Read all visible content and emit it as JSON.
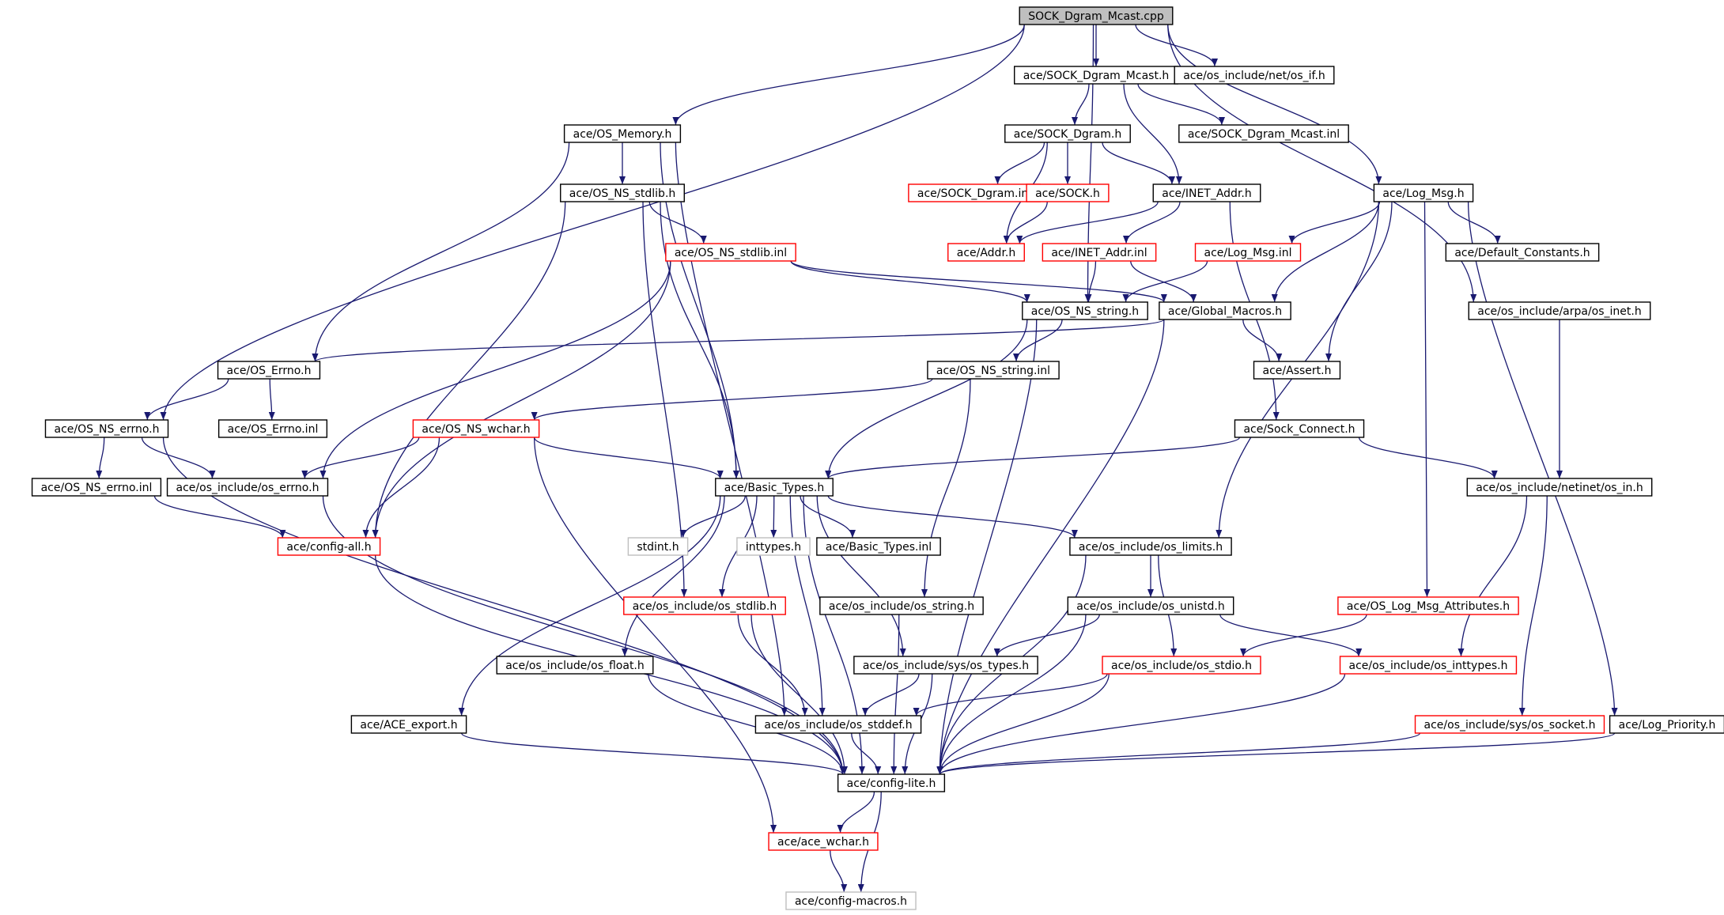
{
  "graph": {
    "colors": {
      "root_fill": "#bfbfbf",
      "normal_border": "#000000",
      "red_border": "#ff0000",
      "gray_border": "#bfbfbf",
      "edge": "#191970",
      "background": "#ffffff"
    },
    "nodes": [
      {
        "id": "sock-dgram-mcast-cpp",
        "label": "SOCK_Dgram_Mcast.cpp",
        "kind": "root"
      },
      {
        "id": "sock-dgram-mcast-h",
        "label": "ace/SOCK_Dgram_Mcast.h",
        "kind": "normal"
      },
      {
        "id": "os-if-h",
        "label": "ace/os_include/net/os_if.h",
        "kind": "normal"
      },
      {
        "id": "os-memory-h",
        "label": "ace/OS_Memory.h",
        "kind": "normal"
      },
      {
        "id": "sock-dgram-h",
        "label": "ace/SOCK_Dgram.h",
        "kind": "normal"
      },
      {
        "id": "sock-dgram-mcast-inl",
        "label": "ace/SOCK_Dgram_Mcast.inl",
        "kind": "normal"
      },
      {
        "id": "os-ns-stdlib-h",
        "label": "ace/OS_NS_stdlib.h",
        "kind": "normal"
      },
      {
        "id": "sock-dgram-inl",
        "label": "ace/SOCK_Dgram.inl",
        "kind": "red"
      },
      {
        "id": "sock-h",
        "label": "ace/SOCK.h",
        "kind": "red"
      },
      {
        "id": "inet-addr-h",
        "label": "ace/INET_Addr.h",
        "kind": "normal"
      },
      {
        "id": "log-msg-h",
        "label": "ace/Log_Msg.h",
        "kind": "normal"
      },
      {
        "id": "os-ns-stdlib-inl",
        "label": "ace/OS_NS_stdlib.inl",
        "kind": "red"
      },
      {
        "id": "addr-h",
        "label": "ace/Addr.h",
        "kind": "red"
      },
      {
        "id": "inet-addr-inl",
        "label": "ace/INET_Addr.inl",
        "kind": "red"
      },
      {
        "id": "log-msg-inl",
        "label": "ace/Log_Msg.inl",
        "kind": "red"
      },
      {
        "id": "default-constants-h",
        "label": "ace/Default_Constants.h",
        "kind": "normal"
      },
      {
        "id": "os-ns-string-h",
        "label": "ace/OS_NS_string.h",
        "kind": "normal"
      },
      {
        "id": "global-macros-h",
        "label": "ace/Global_Macros.h",
        "kind": "normal"
      },
      {
        "id": "os-inet-h",
        "label": "ace/os_include/arpa/os_inet.h",
        "kind": "normal"
      },
      {
        "id": "os-errno-h-ace",
        "label": "ace/OS_Errno.h",
        "kind": "normal"
      },
      {
        "id": "os-ns-string-inl",
        "label": "ace/OS_NS_string.inl",
        "kind": "normal"
      },
      {
        "id": "assert-h",
        "label": "ace/Assert.h",
        "kind": "normal"
      },
      {
        "id": "os-ns-errno-h",
        "label": "ace/OS_NS_errno.h",
        "kind": "normal"
      },
      {
        "id": "os-errno-inl",
        "label": "ace/OS_Errno.inl",
        "kind": "normal"
      },
      {
        "id": "os-ns-wchar-h",
        "label": "ace/OS_NS_wchar.h",
        "kind": "red"
      },
      {
        "id": "sock-connect-h",
        "label": "ace/Sock_Connect.h",
        "kind": "normal"
      },
      {
        "id": "os-ns-errno-inl",
        "label": "ace/OS_NS_errno.inl",
        "kind": "normal"
      },
      {
        "id": "os-include-os-errno-h",
        "label": "ace/os_include/os_errno.h",
        "kind": "normal"
      },
      {
        "id": "basic-types-h",
        "label": "ace/Basic_Types.h",
        "kind": "normal"
      },
      {
        "id": "os-in-h",
        "label": "ace/os_include/netinet/os_in.h",
        "kind": "normal"
      },
      {
        "id": "config-all-h",
        "label": "ace/config-all.h",
        "kind": "red"
      },
      {
        "id": "stdint-h",
        "label": "stdint.h",
        "kind": "gray"
      },
      {
        "id": "inttypes-h",
        "label": "inttypes.h",
        "kind": "gray"
      },
      {
        "id": "basic-types-inl",
        "label": "ace/Basic_Types.inl",
        "kind": "normal"
      },
      {
        "id": "os-limits-h",
        "label": "ace/os_include/os_limits.h",
        "kind": "normal"
      },
      {
        "id": "os-stdlib-h",
        "label": "ace/os_include/os_stdlib.h",
        "kind": "red"
      },
      {
        "id": "os-string-h",
        "label": "ace/os_include/os_string.h",
        "kind": "normal"
      },
      {
        "id": "os-unistd-h",
        "label": "ace/os_include/os_unistd.h",
        "kind": "normal"
      },
      {
        "id": "os-log-msg-attributes-h",
        "label": "ace/OS_Log_Msg_Attributes.h",
        "kind": "red"
      },
      {
        "id": "os-float-h",
        "label": "ace/os_include/os_float.h",
        "kind": "normal"
      },
      {
        "id": "os-types-h",
        "label": "ace/os_include/sys/os_types.h",
        "kind": "normal"
      },
      {
        "id": "os-stdio-h",
        "label": "ace/os_include/os_stdio.h",
        "kind": "red"
      },
      {
        "id": "os-inttypes-h",
        "label": "ace/os_include/os_inttypes.h",
        "kind": "red"
      },
      {
        "id": "ace-export-h",
        "label": "ace/ACE_export.h",
        "kind": "normal"
      },
      {
        "id": "os-stddef-h",
        "label": "ace/os_include/os_stddef.h",
        "kind": "normal"
      },
      {
        "id": "os-socket-h",
        "label": "ace/os_include/sys/os_socket.h",
        "kind": "red"
      },
      {
        "id": "log-priority-h",
        "label": "ace/Log_Priority.h",
        "kind": "normal"
      },
      {
        "id": "config-lite-h",
        "label": "ace/config-lite.h",
        "kind": "normal"
      },
      {
        "id": "ace-wchar-h",
        "label": "ace/ace_wchar.h",
        "kind": "red"
      },
      {
        "id": "config-macros-h",
        "label": "ace/config-macros.h",
        "kind": "gray"
      }
    ],
    "edges": [
      [
        "sock-dgram-mcast-cpp",
        "sock-dgram-mcast-h"
      ],
      [
        "sock-dgram-mcast-cpp",
        "os-if-h"
      ],
      [
        "sock-dgram-mcast-cpp",
        "os-memory-h"
      ],
      [
        "sock-dgram-mcast-cpp",
        "log-msg-h"
      ],
      [
        "sock-dgram-mcast-cpp",
        "os-inet-h"
      ],
      [
        "sock-dgram-mcast-cpp",
        "os-ns-errno-h"
      ],
      [
        "sock-dgram-mcast-cpp",
        "os-ns-string-h"
      ],
      [
        "sock-dgram-mcast-h",
        "sock-dgram-h"
      ],
      [
        "sock-dgram-mcast-h",
        "sock-dgram-mcast-inl"
      ],
      [
        "sock-dgram-mcast-h",
        "inet-addr-h"
      ],
      [
        "sock-dgram-h",
        "sock-dgram-inl"
      ],
      [
        "sock-dgram-h",
        "sock-h"
      ],
      [
        "sock-dgram-h",
        "inet-addr-h"
      ],
      [
        "sock-dgram-h",
        "addr-h"
      ],
      [
        "sock-h",
        "addr-h"
      ],
      [
        "inet-addr-h",
        "addr-h"
      ],
      [
        "inet-addr-h",
        "inet-addr-inl"
      ],
      [
        "inet-addr-h",
        "sock-connect-h"
      ],
      [
        "inet-addr-inl",
        "os-ns-string-h"
      ],
      [
        "inet-addr-inl",
        "global-macros-h"
      ],
      [
        "os-memory-h",
        "os-ns-stdlib-h"
      ],
      [
        "os-memory-h",
        "os-errno-h-ace"
      ],
      [
        "os-memory-h",
        "basic-types-h"
      ],
      [
        "os-memory-h",
        "os-stddef-h"
      ],
      [
        "os-ns-stdlib-h",
        "os-ns-stdlib-inl"
      ],
      [
        "os-ns-stdlib-h",
        "config-all-h"
      ],
      [
        "os-ns-stdlib-h",
        "basic-types-h"
      ],
      [
        "os-ns-stdlib-h",
        "os-stdlib-h"
      ],
      [
        "os-ns-stdlib-inl",
        "os-ns-string-h"
      ],
      [
        "os-ns-stdlib-inl",
        "global-macros-h"
      ],
      [
        "os-ns-stdlib-inl",
        "os-include-os-errno-h"
      ],
      [
        "os-ns-stdlib-inl",
        "config-all-h"
      ],
      [
        "log-msg-h",
        "log-msg-inl"
      ],
      [
        "log-msg-h",
        "default-constants-h"
      ],
      [
        "log-msg-h",
        "global-macros-h"
      ],
      [
        "log-msg-h",
        "assert-h"
      ],
      [
        "log-msg-h",
        "os-log-msg-attributes-h"
      ],
      [
        "log-msg-h",
        "os-limits-h"
      ],
      [
        "log-msg-h",
        "log-priority-h"
      ],
      [
        "log-msg-inl",
        "os-ns-string-h"
      ],
      [
        "global-macros-h",
        "assert-h"
      ],
      [
        "global-macros-h",
        "os-errno-h-ace"
      ],
      [
        "global-macros-h",
        "config-lite-h"
      ],
      [
        "os-ns-string-h",
        "os-ns-string-inl"
      ],
      [
        "os-ns-string-h",
        "basic-types-h"
      ],
      [
        "os-ns-string-h",
        "config-lite-h"
      ],
      [
        "os-ns-string-inl",
        "os-ns-wchar-h"
      ],
      [
        "os-ns-string-inl",
        "os-string-h"
      ],
      [
        "os-inet-h",
        "os-in-h"
      ],
      [
        "os-errno-h-ace",
        "os-errno-inl"
      ],
      [
        "os-errno-h-ace",
        "os-ns-errno-h"
      ],
      [
        "os-ns-errno-h",
        "os-ns-errno-inl"
      ],
      [
        "os-ns-errno-h",
        "os-include-os-errno-h"
      ],
      [
        "os-ns-errno-h",
        "config-lite-h"
      ],
      [
        "os-ns-errno-inl",
        "config-all-h"
      ],
      [
        "os-ns-wchar-h",
        "os-include-os-errno-h"
      ],
      [
        "os-ns-wchar-h",
        "basic-types-h"
      ],
      [
        "os-ns-wchar-h",
        "config-all-h"
      ],
      [
        "os-ns-wchar-h",
        "ace-wchar-h"
      ],
      [
        "sock-connect-h",
        "basic-types-h"
      ],
      [
        "sock-connect-h",
        "os-in-h"
      ],
      [
        "os-include-os-errno-h",
        "config-lite-h"
      ],
      [
        "os-in-h",
        "os-inttypes-h"
      ],
      [
        "os-in-h",
        "os-socket-h"
      ],
      [
        "config-all-h",
        "config-lite-h"
      ],
      [
        "basic-types-h",
        "stdint-h"
      ],
      [
        "basic-types-h",
        "inttypes-h"
      ],
      [
        "basic-types-h",
        "basic-types-inl"
      ],
      [
        "basic-types-h",
        "os-limits-h"
      ],
      [
        "basic-types-h",
        "os-stdlib-h"
      ],
      [
        "basic-types-h",
        "os-float-h"
      ],
      [
        "basic-types-h",
        "os-types-h"
      ],
      [
        "basic-types-h",
        "ace-export-h"
      ],
      [
        "basic-types-h",
        "os-stddef-h"
      ],
      [
        "basic-types-h",
        "config-lite-h"
      ],
      [
        "os-limits-h",
        "os-unistd-h"
      ],
      [
        "os-limits-h",
        "os-stdio-h"
      ],
      [
        "os-limits-h",
        "config-lite-h"
      ],
      [
        "os-unistd-h",
        "os-types-h"
      ],
      [
        "os-unistd-h",
        "os-inttypes-h"
      ],
      [
        "os-unistd-h",
        "config-lite-h"
      ],
      [
        "os-log-msg-attributes-h",
        "os-stdio-h"
      ],
      [
        "os-stdlib-h",
        "os-stddef-h"
      ],
      [
        "os-stdlib-h",
        "config-lite-h"
      ],
      [
        "os-string-h",
        "config-lite-h"
      ],
      [
        "os-float-h",
        "config-lite-h"
      ],
      [
        "os-types-h",
        "os-stddef-h"
      ],
      [
        "os-types-h",
        "config-lite-h"
      ],
      [
        "os-stdio-h",
        "os-stddef-h"
      ],
      [
        "os-stdio-h",
        "config-lite-h"
      ],
      [
        "os-inttypes-h",
        "config-lite-h"
      ],
      [
        "ace-export-h",
        "config-lite-h"
      ],
      [
        "os-stddef-h",
        "config-lite-h"
      ],
      [
        "os-socket-h",
        "config-lite-h"
      ],
      [
        "log-priority-h",
        "config-lite-h"
      ],
      [
        "config-lite-h",
        "ace-wchar-h"
      ],
      [
        "config-lite-h",
        "config-macros-h"
      ],
      [
        "ace-wchar-h",
        "config-macros-h"
      ]
    ]
  }
}
